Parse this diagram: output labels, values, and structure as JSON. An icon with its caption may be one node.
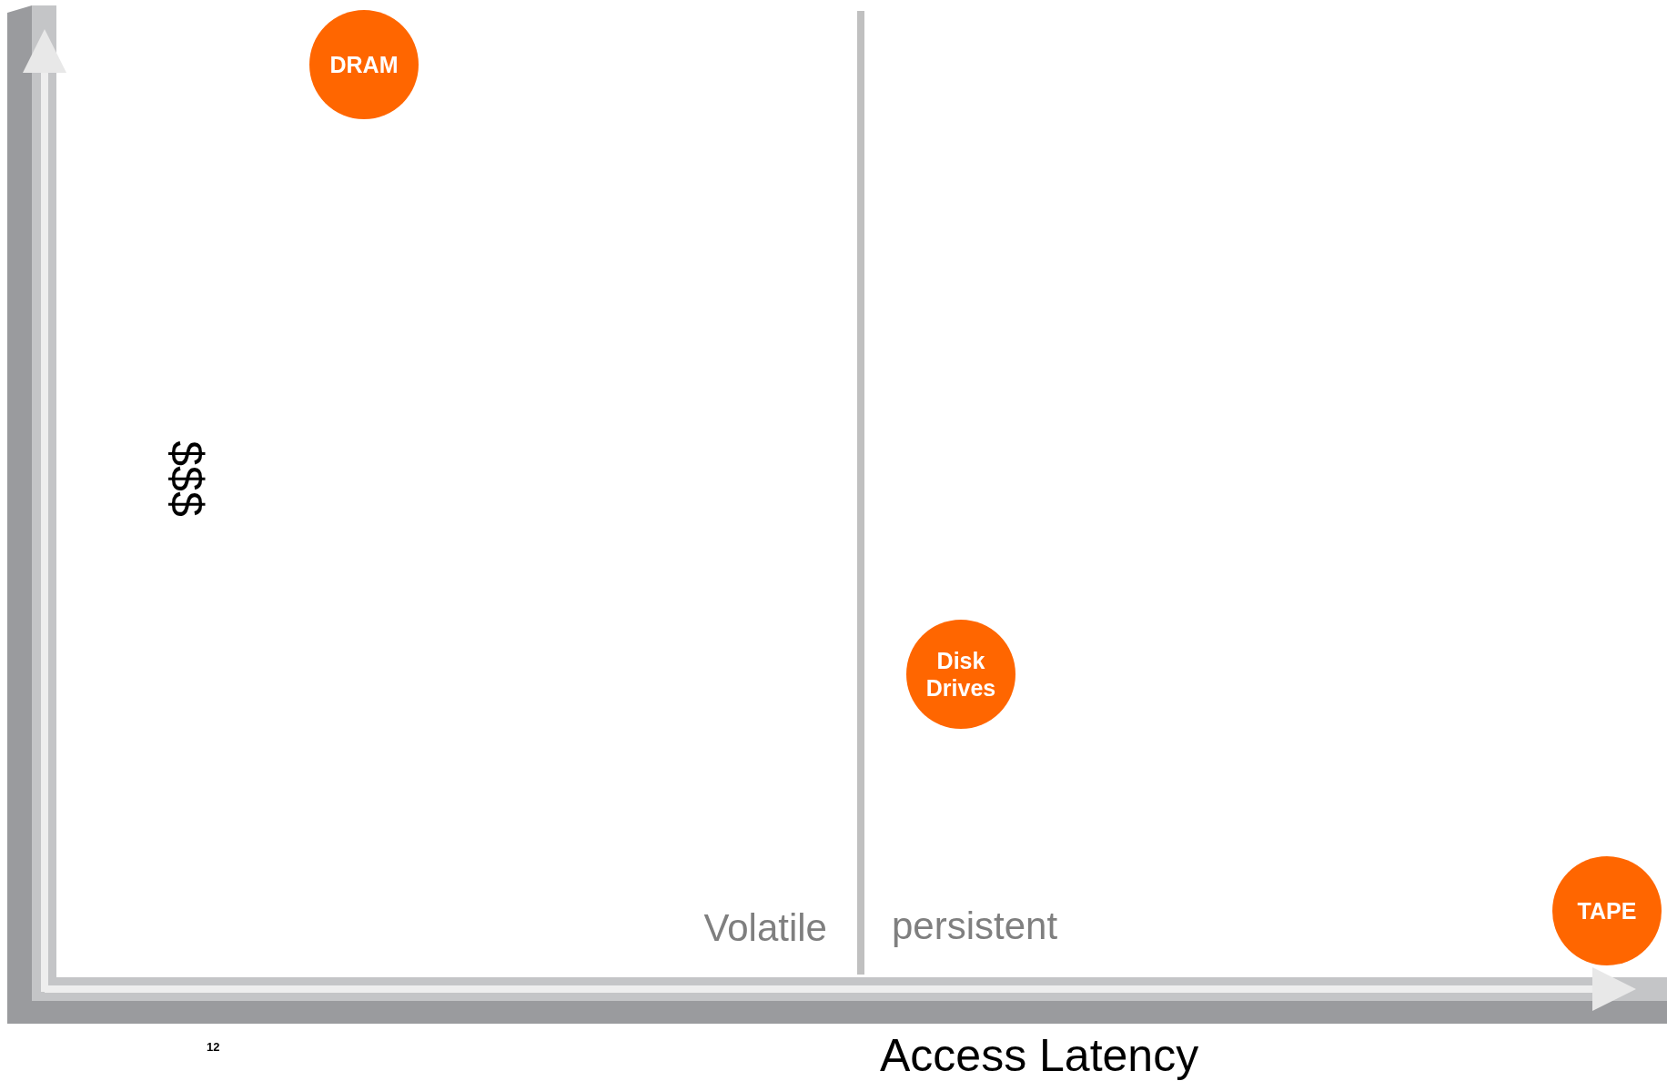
{
  "diagram": {
    "nodes": [
      {
        "text": [
          "DRAM"
        ]
      },
      {
        "text": [
          "Disk Drives"
        ]
      },
      {
        "text": [
          "TAPE"
        ]
      }
    ],
    "labels": [
      "$$$",
      "Volatile",
      "persistent",
      "12",
      "Access Latency"
    ]
  }
}
